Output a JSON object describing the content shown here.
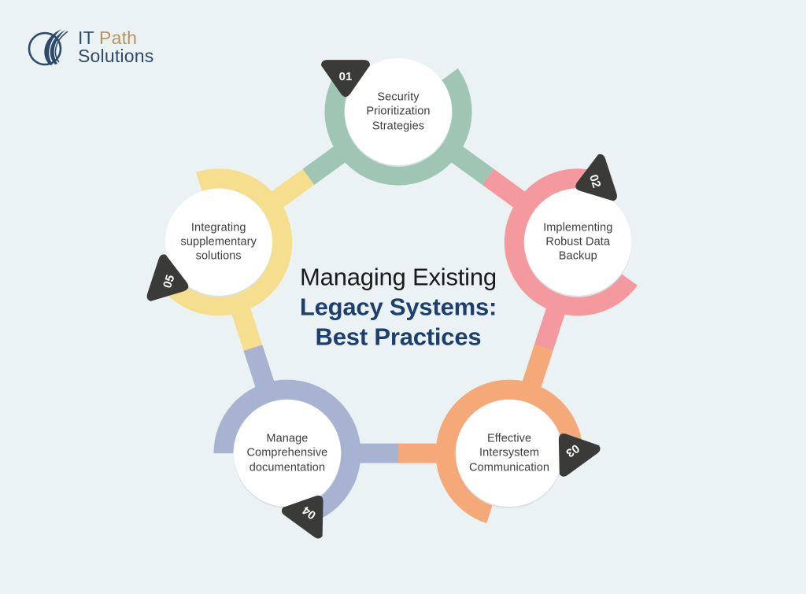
{
  "background_color": "#ebf2f3",
  "logo": {
    "icon": "double-crescent-mark",
    "line1_part1": "IT",
    "line1_part2": "Path",
    "line2": "Solutions",
    "color_primary": "#2d4a6b",
    "color_accent": "#b8935f"
  },
  "center_title": {
    "plain_text": "Managing Existing ",
    "accent_text": "Legacy Systems: Best Practices",
    "plain_color": "#1b1b1b",
    "accent_color": "#1d3f6e"
  },
  "chart_data": {
    "type": "diagram",
    "layout": "pentagon-cycle",
    "title": "Managing Existing Legacy Systems: Best Practices",
    "node_count": 5,
    "nodes": [
      {
        "number": "01",
        "label": "Security\nPrioritization\nStrategies",
        "line1": "Security",
        "line2": "Prioritization",
        "line3": "Strategies",
        "color": "#9fc5b4",
        "angle_deg": -90,
        "badge_rotation_deg": 0
      },
      {
        "number": "02",
        "label": "Implementing\nRobust Data\nBackup",
        "line1": "Implementing",
        "line2": "Robust Data",
        "line3": "Backup",
        "color": "#f49a9e",
        "angle_deg": -18,
        "badge_rotation_deg": 72
      },
      {
        "number": "03",
        "label": "Effective\nIntersystem\nCommunication",
        "line1": "Effective",
        "line2": "Intersystem",
        "line3": "Communication",
        "color": "#f5a878",
        "angle_deg": 54,
        "badge_rotation_deg": 144
      },
      {
        "number": "04",
        "label": "Manage\nComprehensive\ndocumentation",
        "line1": "Manage",
        "line2": "Comprehensive",
        "line3": "documentation",
        "color": "#a8b3d1",
        "angle_deg": 126,
        "badge_rotation_deg": 216
      },
      {
        "number": "05",
        "label": "Integrating\nsupplementary\nsolutions",
        "line1": "Integrating",
        "line2": "supplementary",
        "line3": "solutions",
        "color": "#f5de8e",
        "angle_deg": 198,
        "badge_rotation_deg": 288
      }
    ],
    "badge_color": "#3a3a38",
    "badge_text_color": "#ffffff",
    "node_fill": "#ffffff",
    "ring_stroke_width": 25,
    "connector_stroke_width": 25
  }
}
